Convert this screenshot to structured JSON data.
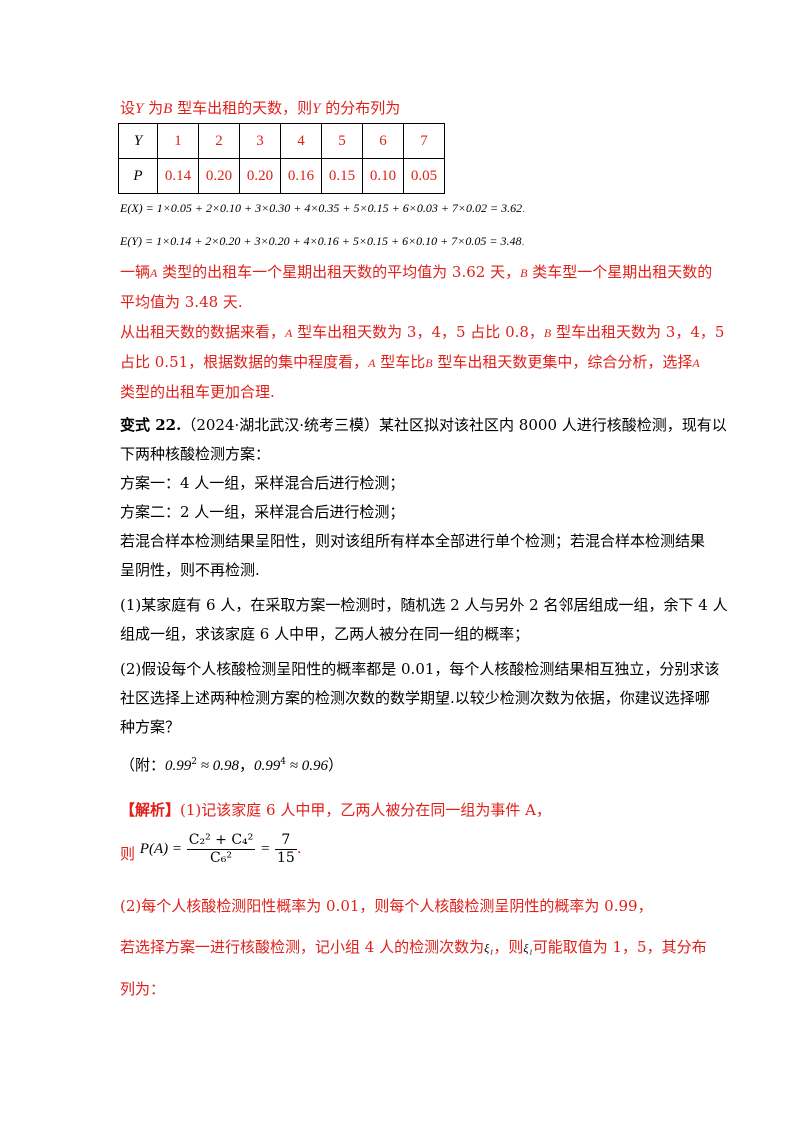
{
  "intro": {
    "pre": "设",
    "var1": "Y",
    "mid1": " 为",
    "var2": "B",
    "mid2": " 型车出租的天数，则",
    "var3": "Y",
    "post": " 的分布列为"
  },
  "table": {
    "row1_head": "Y",
    "row1": [
      "1",
      "2",
      "3",
      "4",
      "5",
      "6",
      "7"
    ],
    "row2_head": "P",
    "row2": [
      "0.14",
      "0.20",
      "0.20",
      "0.16",
      "0.15",
      "0.10",
      "0.05"
    ]
  },
  "formulas": {
    "ex": "E(X) = 1×0.05 + 2×0.10 + 3×0.30 + 4×0.35 + 5×0.15 + 6×0.03 + 7×0.02 = 3.62",
    "ey": "E(Y) = 1×0.14 + 2×0.20 + 3×0.20 + 4×0.16 + 5×0.15 + 6×0.10 + 7×0.05 = 3.48",
    "end": "."
  },
  "conclusion": {
    "l1_a": "一辆",
    "l1_A": "A",
    "l1_b": " 类型的出租车一个星期出租天数的平均值为 3.62 天，",
    "l1_B": "B",
    "l1_c": " 类车型一个星期出租天数的",
    "l2": "平均值为 3.48 天.",
    "l3_a": "从出租天数的数据来看，",
    "l3_A": "A",
    "l3_b": " 型车出租天数为 3，4，5 占比 0.8，",
    "l3_B": "B",
    "l3_c": " 型车出租天数为 3，4，5",
    "l4_a": "占比 0.51，根据数据的集中程度看，",
    "l4_A": "A",
    "l4_b": " 型车比",
    "l4_B": "B",
    "l4_c": " 型车出租天数更集中，综合分析，选择",
    "l4_A2": "A",
    "l5": "类型的出租车更加合理."
  },
  "problem": {
    "label": "变式 22.",
    "source": "（2024·湖北武汉·统考三模）某社区拟对该社区内 8000 人进行核酸检测，现有以",
    "l2": "下两种核酸检测方案：",
    "plan1": "方案一：4 人一组，采样混合后进行检测；",
    "plan2": "方案二：2 人一组，采样混合后进行检测；",
    "l5": "若混合样本检测结果呈阳性，则对该组所有样本全部进行单个检测；若混合样本检测结果",
    "l6": "呈阴性，则不再检测.",
    "q1a": "(1)某家庭有 6 人，在采取方案一检测时，随机选 2 人与另外 2 名邻居组成一组，余下 4 人",
    "q1b": "组成一组，求该家庭 6 人中甲，乙两人被分在同一组的概率；",
    "q2a": "(2)假设每个人核酸检测呈阳性的概率都是 0.01，每个人核酸检测结果相互独立，分别求该",
    "q2b": "社区选择上述两种检测方案的检测次数的数学期望.以较少检测次数为依据，你建议选择哪",
    "q2c": "种方案？",
    "note_pre": "（附：",
    "note_a_base": "0.99",
    "note_a_exp": "2",
    "note_a_val": " ≈ 0.98",
    "note_sep": "，",
    "note_b_base": "0.99",
    "note_b_exp": "4",
    "note_b_val": " ≈ 0.96",
    "note_post": "）"
  },
  "solution": {
    "tag": "【解析】",
    "s1": "(1)记该家庭 6 人中甲，乙两人被分在同一组为事件 A，",
    "then": "则",
    "pa": "P(A) =",
    "num": "C₂² + C₄²",
    "den": "C₆²",
    "eq": "=",
    "rnum": "7",
    "rden": "15",
    "dot": ".",
    "s2": "(2)每个人核酸检测阳性概率为 0.01，则每个人核酸检测呈阴性的概率为 0.99，",
    "s3_a": "若选择方案一进行核酸检测，记小组 4 人的检测次数为",
    "xi": "ξ₁",
    "s3_b": "，则",
    "s3_c": "可能取值为 1，5，其分布",
    "s4": "列为："
  }
}
